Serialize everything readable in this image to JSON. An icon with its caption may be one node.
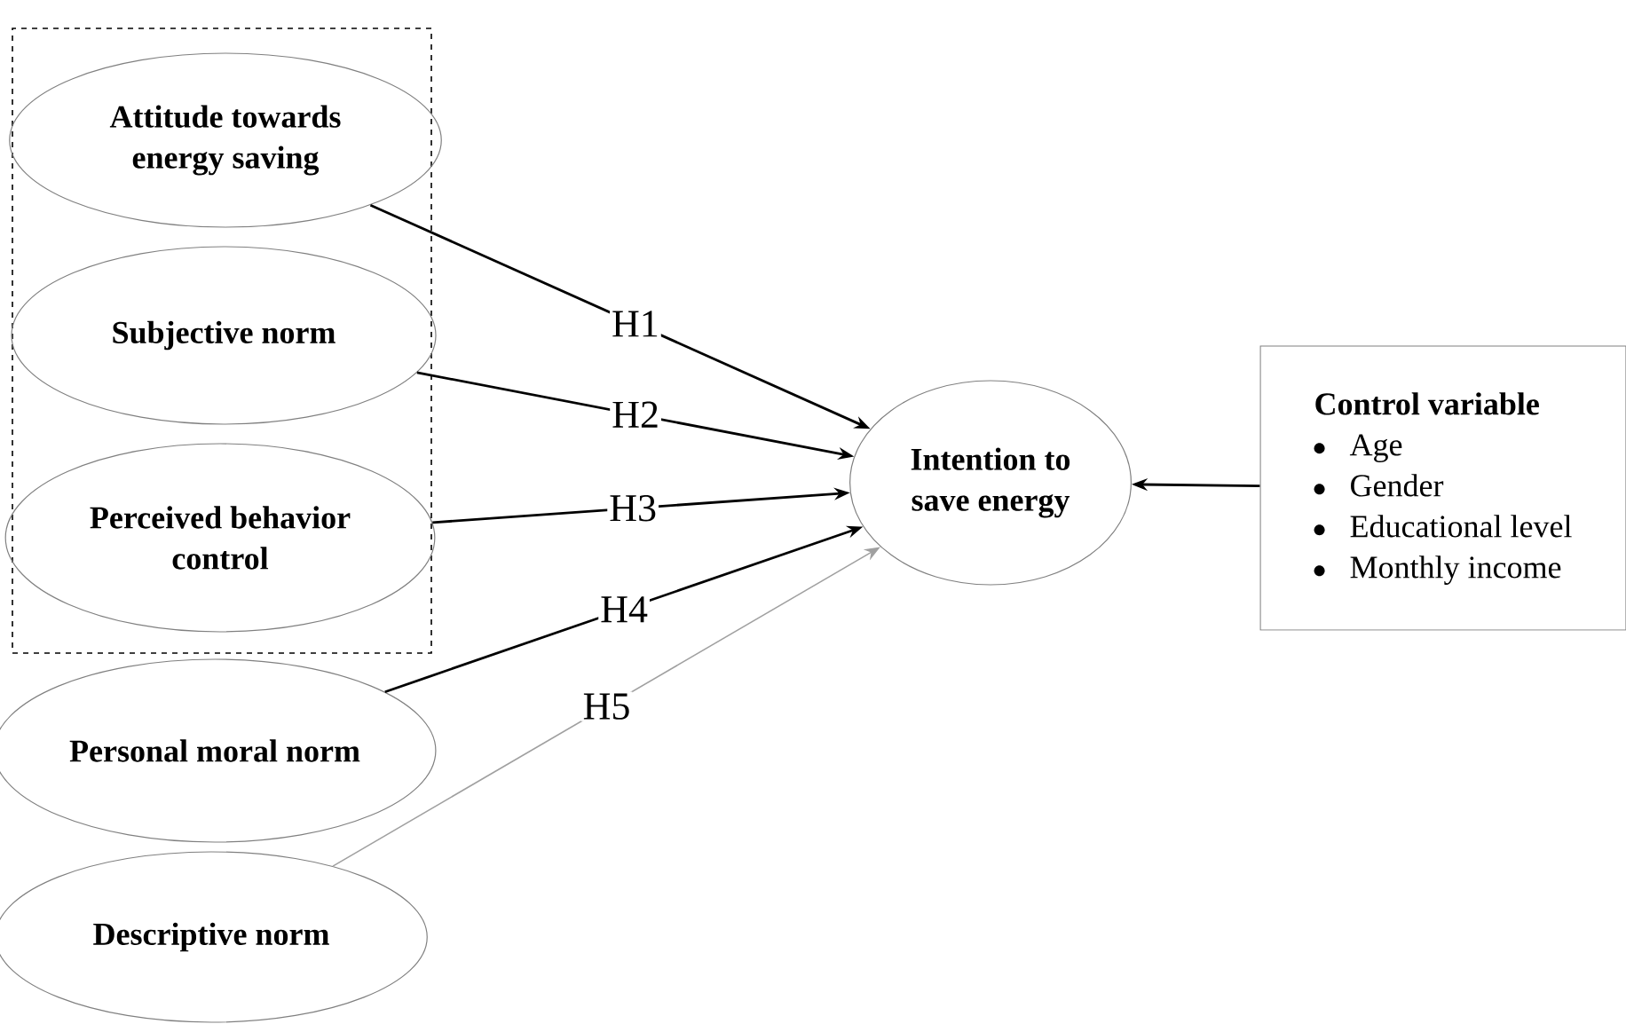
{
  "diagram": {
    "nodes": [
      {
        "text": [],
        "shape": "box"
      },
      {
        "text": [
          "Attitude towards energy saving"
        ],
        "in": 0
      },
      {
        "text": [
          "Subjective norm"
        ],
        "in": 0
      },
      {
        "text": [
          "Perceived behavior control"
        ],
        "in": 0
      },
      {
        "text": [
          "Personal moral norm"
        ]
      },
      {
        "text": [
          "Descriptive norm"
        ]
      },
      {
        "text": [
          "Intention to save energy"
        ]
      },
      {
        "text": [
          "Control variable",
          "Age",
          "Gender",
          "Educational level",
          "Monthly income"
        ]
      }
    ],
    "edges": [
      {
        "from": 1,
        "to": 6,
        "arrow": "to",
        "label": "H1"
      },
      {
        "from": 2,
        "to": 6,
        "arrow": "to",
        "label": "H2"
      },
      {
        "from": 3,
        "to": 6,
        "arrow": "to",
        "label": "H3"
      },
      {
        "from": 4,
        "to": 6,
        "arrow": "to",
        "label": "H4"
      },
      {
        "from": 5,
        "to": 6,
        "arrow": "to",
        "label": "H5",
        "color": "#a0a0a0"
      },
      {
        "from": 7,
        "to": 6,
        "arrow": "to"
      }
    ]
  }
}
